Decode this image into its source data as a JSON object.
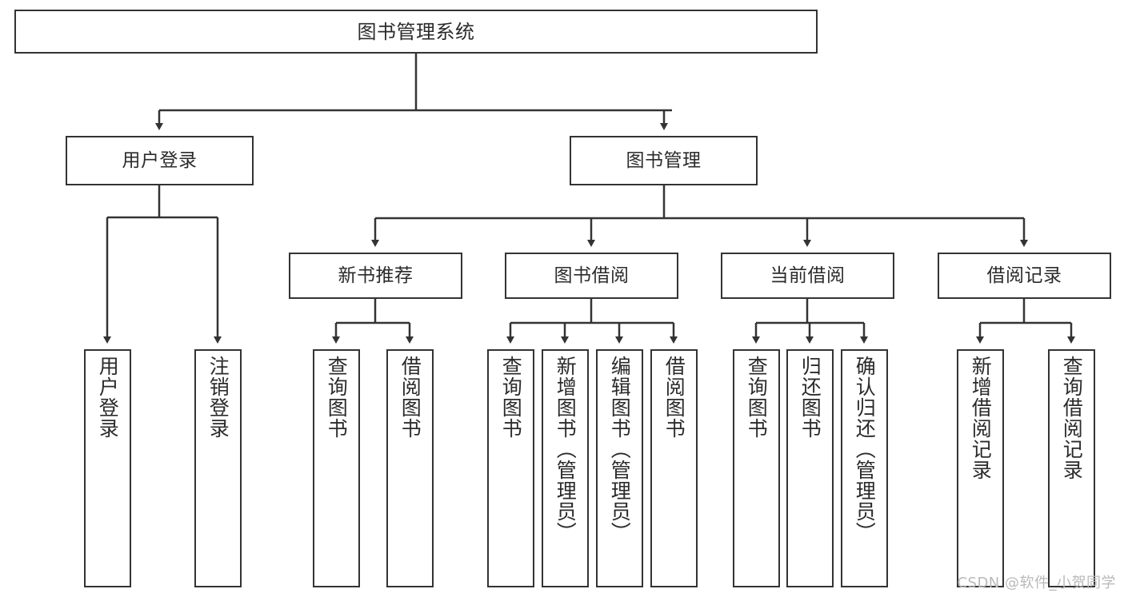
{
  "diagram": {
    "type": "tree",
    "title": "图书管理系统",
    "watermark": "CSDN @软件_小贺同学",
    "colors": {
      "stroke": "#333333",
      "background": "#ffffff",
      "text": "#2b2b2b",
      "watermark": "#b9b9b9"
    },
    "levels": {
      "root": {
        "label": "图书管理系统"
      },
      "level2": [
        {
          "id": "user-login",
          "label": "用户登录"
        },
        {
          "id": "book-manage",
          "label": "图书管理"
        }
      ],
      "level3": [
        {
          "id": "new-book-recommend",
          "label": "新书推荐"
        },
        {
          "id": "book-borrow",
          "label": "图书借阅"
        },
        {
          "id": "current-borrow",
          "label": "当前借阅"
        },
        {
          "id": "borrow-record",
          "label": "借阅记录"
        }
      ],
      "leaves": {
        "user-login": [
          {
            "id": "leaf-user-login",
            "label": "用户登录"
          },
          {
            "id": "leaf-user-logout",
            "label": "注销登录"
          }
        ],
        "new-book-recommend": [
          {
            "id": "leaf-query-book-1",
            "label": "查询图书"
          },
          {
            "id": "leaf-borrow-book-1",
            "label": "借阅图书"
          }
        ],
        "book-borrow": [
          {
            "id": "leaf-query-book-2",
            "label": "查询图书"
          },
          {
            "id": "leaf-add-book",
            "label": "新增图书（管理员）"
          },
          {
            "id": "leaf-edit-book",
            "label": "编辑图书（管理员）"
          },
          {
            "id": "leaf-borrow-book-2",
            "label": "借阅图书"
          }
        ],
        "current-borrow": [
          {
            "id": "leaf-query-book-3",
            "label": "查询图书"
          },
          {
            "id": "leaf-return-book",
            "label": "归还图书"
          },
          {
            "id": "leaf-confirm-return",
            "label": "确认归还（管理员）"
          }
        ],
        "borrow-record": [
          {
            "id": "leaf-add-record",
            "label": "新增借阅记录"
          },
          {
            "id": "leaf-query-record",
            "label": "查询借阅记录"
          }
        ]
      }
    }
  }
}
